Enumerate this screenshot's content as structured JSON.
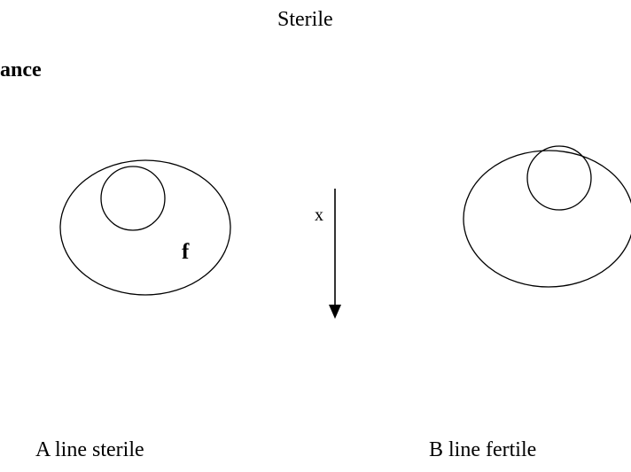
{
  "top_label": "Sterile",
  "section_fragment": "ance",
  "cell_a": {
    "mark": "f",
    "caption": "A line sterile"
  },
  "cell_b": {
    "caption": "B line fertile"
  },
  "cross": {
    "symbol": "x"
  },
  "colors": {
    "stroke": "#000000",
    "background": "#ffffff"
  }
}
